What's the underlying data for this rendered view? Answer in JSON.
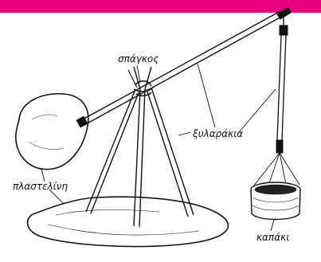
{
  "colors": {
    "accent_bar": "#e4007c",
    "ink": "#111111",
    "background": "#ffffff"
  },
  "labels": {
    "string": "σπάγκος",
    "sticks": "ξυλαράκια",
    "plasticine": "πλαστελίνη",
    "lid": "καπάκι"
  }
}
